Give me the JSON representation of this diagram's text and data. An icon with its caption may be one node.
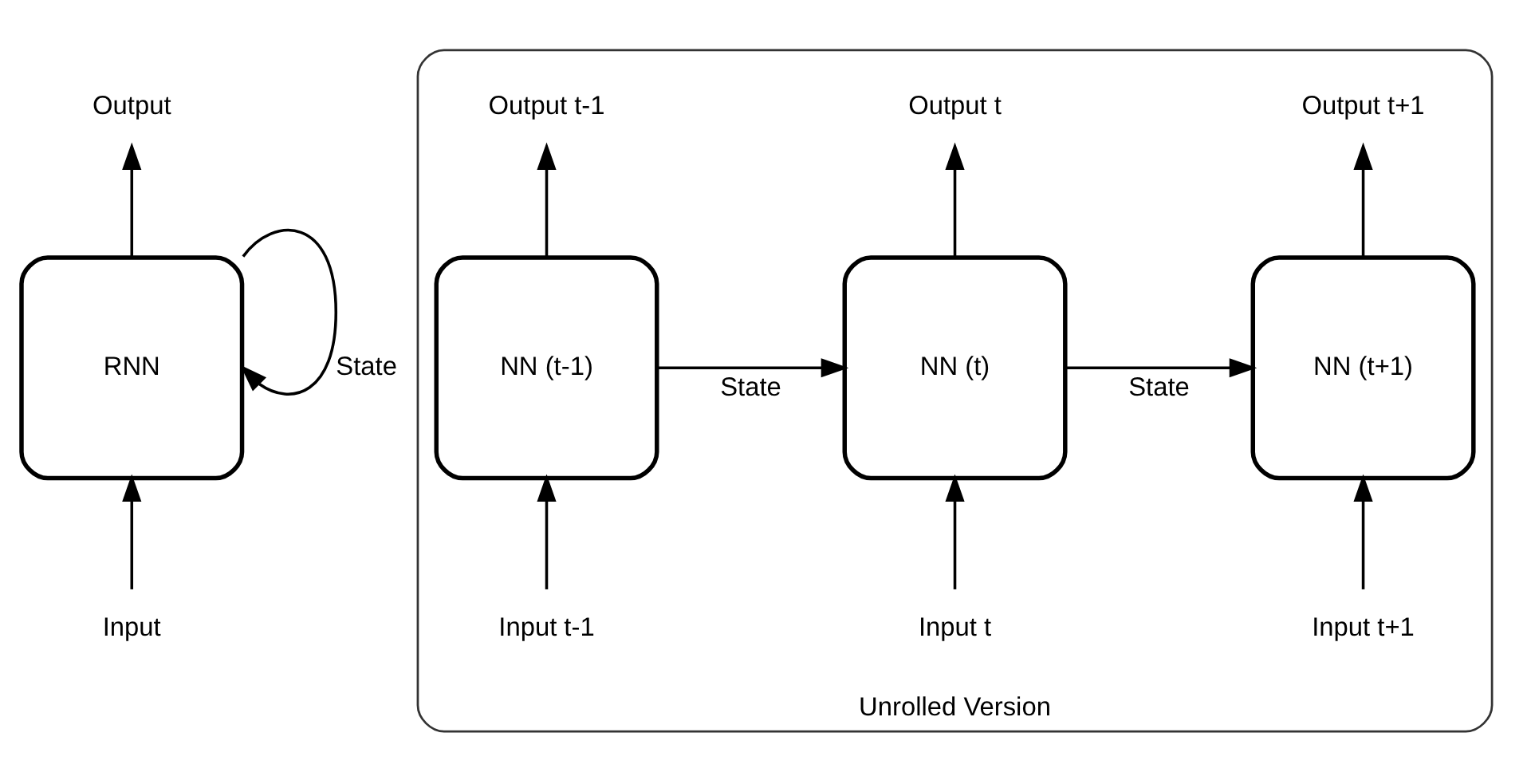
{
  "diagram": {
    "nodes": [
      {
        "text": [
          "RNN"
        ]
      },
      {
        "text": [
          "Input"
        ]
      },
      {
        "text": [
          "Output"
        ]
      },
      {
        "text": [
          "Unrolled Version"
        ]
      },
      {
        "text": [
          "NN (t-1)"
        ],
        "in": 3
      },
      {
        "text": [
          "NN (t)"
        ],
        "in": 3
      },
      {
        "text": [
          "NN (t+1)"
        ],
        "in": 3
      },
      {
        "text": [
          "Input t-1"
        ],
        "in": 3
      },
      {
        "text": [
          "Input t"
        ],
        "in": 3
      },
      {
        "text": [
          "Input t+1"
        ],
        "in": 3
      },
      {
        "text": [
          "Output t-1"
        ],
        "in": 3
      },
      {
        "text": [
          "Output t"
        ],
        "in": 3
      },
      {
        "text": [
          "Output t+1"
        ],
        "in": 3
      }
    ],
    "edges": [
      {
        "from": 1,
        "to": 0,
        "arrow": "to"
      },
      {
        "from": 0,
        "to": 2,
        "arrow": "to"
      },
      {
        "from": 0,
        "to": 0,
        "arrow": "to",
        "label": "State"
      },
      {
        "from": 7,
        "to": 4,
        "arrow": "to"
      },
      {
        "from": 4,
        "to": 10,
        "arrow": "to"
      },
      {
        "from": 4,
        "to": 5,
        "arrow": "to",
        "label": "State"
      },
      {
        "from": 8,
        "to": 5,
        "arrow": "to"
      },
      {
        "from": 5,
        "to": 11,
        "arrow": "to"
      },
      {
        "from": 5,
        "to": 6,
        "arrow": "to",
        "label": "State"
      },
      {
        "from": 9,
        "to": 6,
        "arrow": "to"
      },
      {
        "from": 6,
        "to": 12,
        "arrow": "to"
      }
    ]
  }
}
